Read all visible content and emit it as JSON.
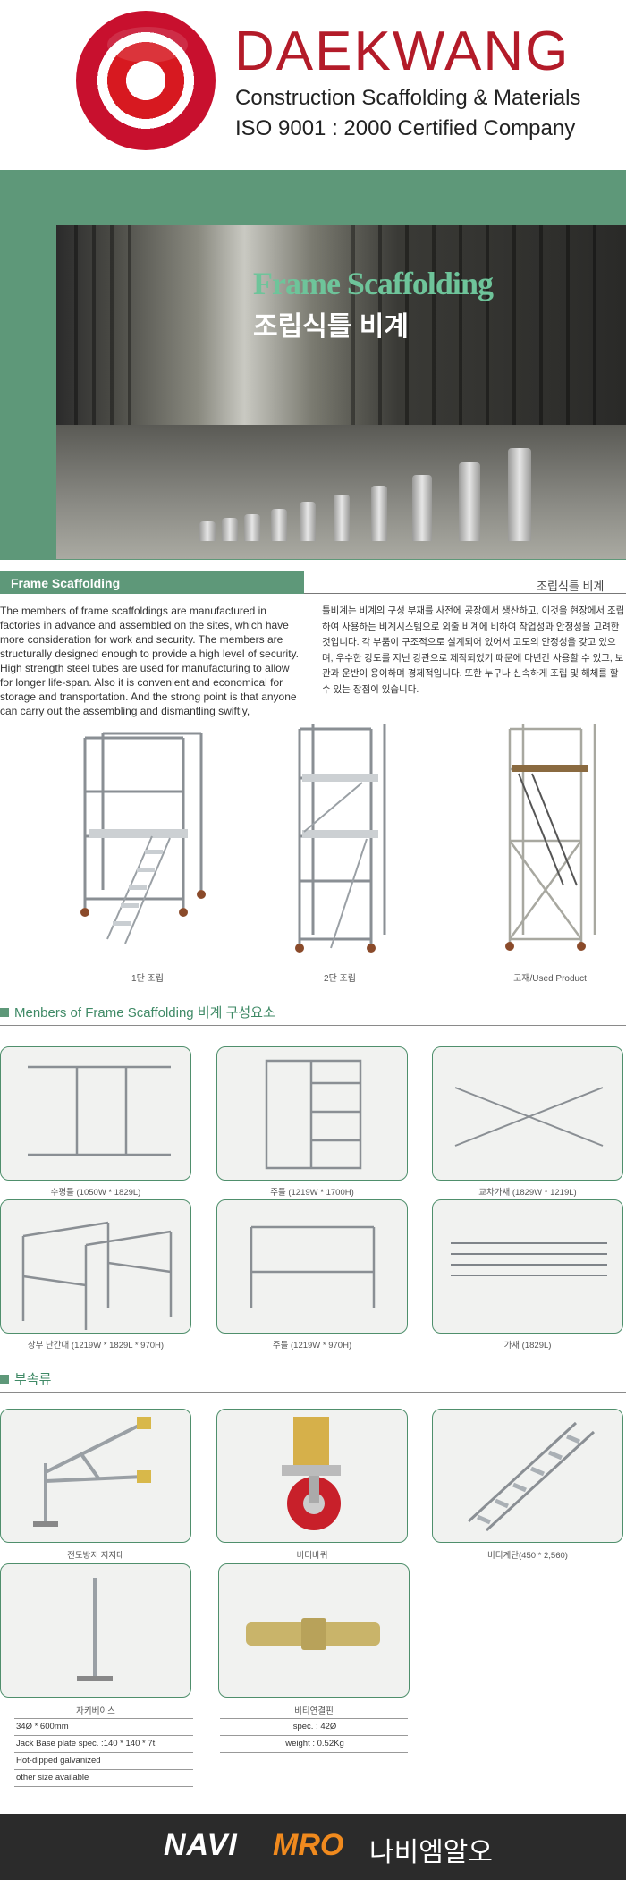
{
  "header": {
    "brand": "DAEKWANG",
    "subtitle": "Construction Scaffolding & Materials",
    "certification": "ISO 9001 : 2000 Certified Company",
    "brand_color": "#b31b29"
  },
  "hero": {
    "title_en": "Frame Scaffolding",
    "title_ko": "조립식틀 비계",
    "band_color": "#5e9879"
  },
  "section": {
    "title_en": "Frame Scaffolding",
    "title_ko": "조립식틀 비계",
    "desc_en": "The members of frame scaffoldings are manufactured in factories in advance and assembled on the sites, which have more consideration for work and security. The members are structurally designed enough to provide a high level of security. High strength steel tubes are used for manufacturing to allow for longer life-span. Also it is convenient and economical for storage and transportation. And the strong point is that anyone can carry out the assembling and dismantling swiftly,",
    "desc_ko": "틀비계는 비계의 구성 부재를 사전에 공장에서 생산하고, 이것을 현장에서 조립하여 사용하는 비계시스템으로 외줄 비계에 비하여 작업성과 안정성을 고려한 것입니다. 각 부품이 구조적으로 설계되어 있어서 고도의 안정성을 갖고 있으며, 우수한 강도를 지닌 강관으로 제작되었기 때문에 다년간 사용할 수 있고, 보관과 운반이 용이하며 경제적입니다. 또한 누구나 신속하게 조립 및 해체를 할 수 있는 장점이 있습니다."
  },
  "towers": [
    {
      "label": "1단 조립"
    },
    {
      "label": "2단 조립"
    },
    {
      "label": "고재/Used Product"
    }
  ],
  "members": {
    "title": "Menbers of Frame Scaffolding 비계 구성요소",
    "items": [
      {
        "label": "수평틀 (1050W * 1829L)"
      },
      {
        "label": "주틀 (1219W * 1700H)"
      },
      {
        "label": "교차가새 (1829W * 1219L)"
      },
      {
        "label": "상부 난간대 (1219W * 1829L * 970H)"
      },
      {
        "label": "주틀 (1219W * 970H)"
      },
      {
        "label": "가새 (1829L)"
      }
    ]
  },
  "accessories": {
    "title": "부속류",
    "items": [
      {
        "label": "전도방지 지지대"
      },
      {
        "label": "비티바퀴"
      },
      {
        "label": "비티계단(450 * 2,560)"
      },
      {
        "label": "자키베이스"
      },
      {
        "label": "비티연결핀"
      }
    ],
    "spec_jack": [
      "34Ø * 600mm",
      "Jack Base plate spec. :140 * 140 * 7t",
      "Hot-dipped galvanized",
      "other size available"
    ],
    "spec_pin": [
      "spec. : 42Ø",
      "weight : 0.52Kg"
    ]
  },
  "footer": {
    "navi": "NAVI",
    "mro": "MRO",
    "korean": "나비엠알오",
    "mro_color": "#f08a1e"
  }
}
